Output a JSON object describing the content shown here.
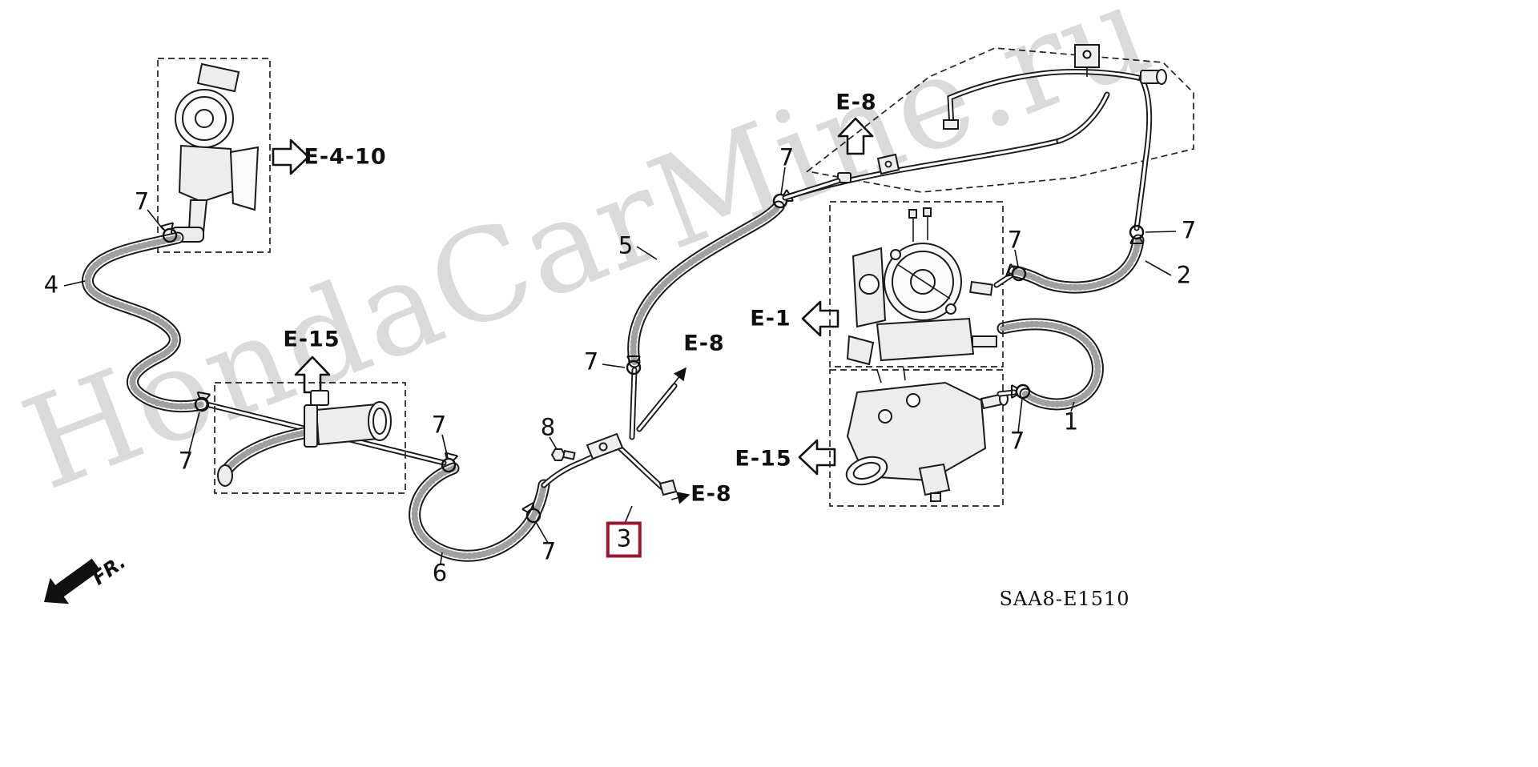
{
  "watermark": "HondaCarMine.ru",
  "drawing_code": "SAA8-E1510",
  "fr_label": "FR.",
  "refs": {
    "e410": "E-4-10",
    "e8": "E-8",
    "e15": "E-15",
    "e1": "E-1"
  },
  "parts": {
    "p1": "1",
    "p2": "2",
    "p3": "3",
    "p4": "4",
    "p5": "5",
    "p6": "6",
    "p7": "7",
    "p8": "8"
  },
  "highlight": {
    "part": "3",
    "color": "#9d1433"
  }
}
